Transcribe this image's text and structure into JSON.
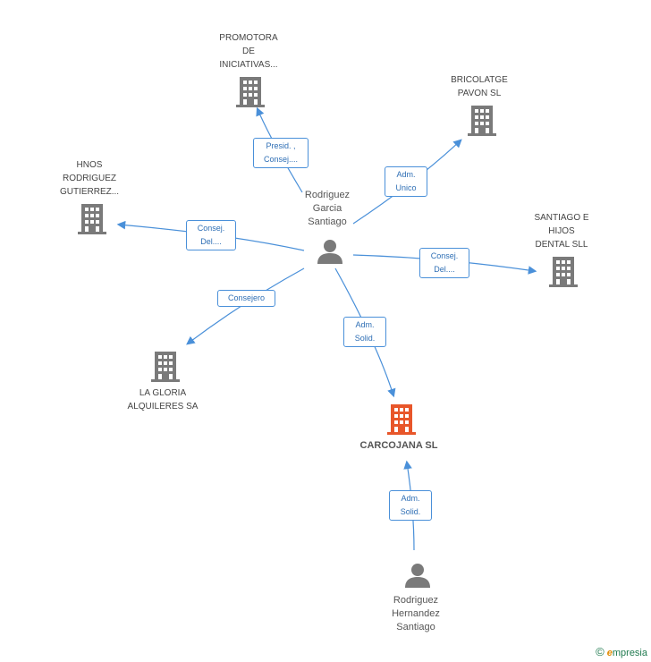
{
  "colors": {
    "building": "#7a7a7a",
    "building_main": "#e8562a",
    "person": "#7a7a7a",
    "edge": "#4a90d9"
  },
  "center_person": {
    "name": "Rodriguez\nGarcia\nSantiago",
    "icon": "person-icon"
  },
  "second_person": {
    "name": "Rodriguez\nHernandez\nSantiago",
    "icon": "person-icon"
  },
  "main_company": {
    "name": "CARCOJANA SL",
    "icon": "building-icon"
  },
  "companies": [
    {
      "name": "PROMOTORA\nDE\nINICIATIVAS...",
      "icon": "building-icon"
    },
    {
      "name": "BRICOLATGE\nPAVON SL",
      "icon": "building-icon"
    },
    {
      "name": "HNOS\nRODRIGUEZ\nGUTIERREZ...",
      "icon": "building-icon"
    },
    {
      "name": "SANTIAGO E\nHIJOS\nDENTAL SLL",
      "icon": "building-icon"
    },
    {
      "name": "LA GLORIA\nALQUILERES SA",
      "icon": "building-icon"
    }
  ],
  "relations": [
    "Presid. ,\nConsej....",
    "Adm.\nUnico",
    "Consej.\nDel....",
    "Consej.\nDel....",
    "Consejero",
    "Adm.\nSolid.",
    "Adm.\nSolid."
  ],
  "footer": {
    "copyright": "©",
    "brand": "mpresia",
    "brand_initial": "e"
  }
}
